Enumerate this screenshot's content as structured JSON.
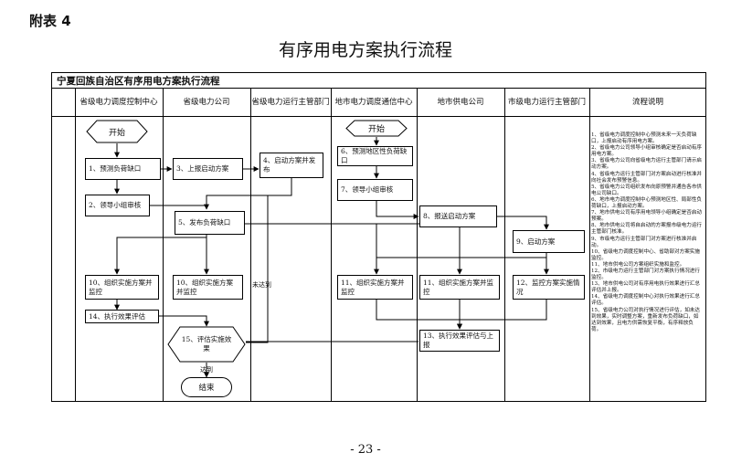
{
  "header": {
    "appendix": "附表 4",
    "title": "有序用电方案执行流程",
    "page_number": "- 23 -"
  },
  "table_title": "宁夏回族自治区有序用电方案执行流程",
  "columns": [
    "省级电力调度控制中心",
    "省级电力公司",
    "省级电力运行主管部门",
    "地市电力调度通信中心",
    "地市供电公司",
    "市级电力运行主管部门",
    "流程说明"
  ],
  "nodes": {
    "start1": "开始",
    "n1": "1、预测负荷缺口",
    "n2": "2、领导小组审核",
    "n3": "3、上报启动方案",
    "n4": "4、启动方案并发布",
    "n5": "5、发布负荷缺口",
    "start2": "开始",
    "n6": "6、预测地区性负荷缺口",
    "n7": "7、领导小组审核",
    "n8": "8、报送启动方案",
    "n9": "9、启动方案",
    "n10a": "10、组织实施方案并监控",
    "n10b": "10、组织实施方案并监控",
    "n11a": "11、组织实施方案并监控",
    "n11b": "11、组织实施方案并监控",
    "n12": "12、监控方案实施情况",
    "n13": "13、执行效果评估与上报",
    "n14": "14、执行效果评估",
    "n15": "15、评估实施效果",
    "end": "结束",
    "label_not_reached": "未达到",
    "label_reached": "达到"
  },
  "notes": [
    "1、省级电力调度控制中心预测未来一天负荷缺口，上报启动有序用电方案。",
    "2、省级电力公司领导小组审核确定是否启动有序用电方案。",
    "3、省级电力公司向省级电力运行主管部门请示启动方案。",
    "4、省级电力运行主管部门对方案启动进行核准并向社会发布预警信息。",
    "5、省级电力公司组织发布向原预警并通告各市供电公司缺口。",
    "6、地市电力调度控制中心预测地区性、局部性负荷缺口，上报启动方案。",
    "7、地市供电公司有序用电领导小组确定是否启动预案。",
    "8、地市供电公司将自启动的方案报市级电力运行主管部门核准。",
    "9、市级电力运行主管部门对方案进行核准并启动。",
    "10、省级电力调度控制中心、省助部对方案实施监控。",
    "11、地市供电公司方案组织实施和监控。",
    "12、市级电力运行主管部门对方案执行情况进行监控。",
    "13、地市供电公司对有序用电执行效果进行汇总评估并上报。",
    "14、省级电力调度控制中心对执行效果进行汇总评估。",
    "15、省级电力公司对执行情况进行评估，如未达到效果，实时调整方案，重新发布负荷缺口，如达到效果，且电力供需恢复平衡，有序释放负荷。"
  ]
}
